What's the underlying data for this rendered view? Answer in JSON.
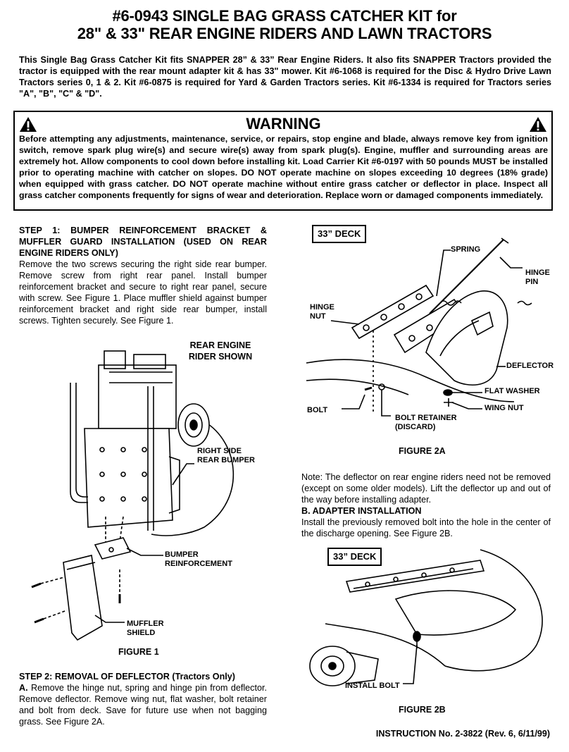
{
  "title": {
    "line1": "#6-0943 SINGLE BAG GRASS CATCHER KIT for",
    "line2": "28\" & 33\" REAR ENGINE RIDERS AND LAWN TRACTORS"
  },
  "intro": "This Single Bag Grass Catcher Kit fits SNAPPER 28” & 33” Rear Engine Riders. It also fits SNAPPER Tractors provided the tractor is equipped with the rear mount adapter kit & has 33\" mower. Kit #6-1068 is required for the Disc & Hydro Drive Lawn Tractors series 0, 1 & 2. Kit #6-0875 is required for Yard & Garden Tractors series. Kit #6-1334 is required for Tractors series \"A\", \"B\", \"C\" & \"D\".",
  "warning": {
    "heading": "WARNING",
    "icon": "warning-triangle-icon",
    "text": "Before attempting any adjustments, maintenance, service, or repairs, stop engine and blade, always remove key from ignition switch, remove spark plug wire(s) and secure wire(s) away from spark plug(s). Engine, muffler and surrounding areas are extremely hot. Allow components to cool down before installing kit.    Load Carrier Kit #6-0197 with 50 pounds MUST be installed prior to operating machine with catcher on slopes. DO NOT operate machine on slopes exceeding 10 degrees (18% grade) when equipped with grass catcher.  DO NOT operate machine without entire grass catcher or deflector in place. Inspect all grass catcher components frequently for signs of wear and deterioration. Replace worn or damaged components immediately."
  },
  "step1": {
    "heading": "STEP 1: BUMPER REINFORCEMENT BRACKET & MUFFLER GUARD INSTALLATION (USED ON REAR ENGINE RIDERS ONLY)",
    "body": "Remove the two screws securing the right side rear bumper. Remove screw from right rear panel. Install bumper reinforcement bracket and secure to right rear panel, secure with screw. See Figure 1. Place muffler shield against bumper reinforcement bracket and right side rear bumper, install screws. Tighten securely. See Figure 1."
  },
  "figure1": {
    "caption_line1": "REAR ENGINE",
    "caption_line2": "RIDER SHOWN",
    "callout_bumper_line1": "RIGHT SIDE",
    "callout_bumper_line2": "REAR BUMPER",
    "callout_reinf_line1": "BUMPER",
    "callout_reinf_line2": "REINFORCEMENT",
    "callout_shield_line1": "MUFFLER",
    "callout_shield_line2": "SHIELD",
    "label": "FIGURE 1"
  },
  "step2": {
    "heading": "STEP 2: REMOVAL OF DEFLECTOR",
    "heading_suffix": " (Tractors Only)",
    "sub_a": "A.",
    "body": " Remove the hinge nut, spring and hinge pin from deflector. Remove deflector. Remove wing nut, flat washer, bolt retainer and bolt from deck. Save for future use when not bagging grass. See Figure 2A."
  },
  "figure2a": {
    "deck": "33” DECK",
    "spring": "SPRING",
    "hinge_pin_line1": "HINGE",
    "hinge_pin_line2": "PIN",
    "hinge_nut_line1": "HINGE",
    "hinge_nut_line2": "NUT",
    "deflector": "DEFLECTOR",
    "flat_washer": "FLAT WASHER",
    "wing_nut": "WING NUT",
    "bolt": "BOLT",
    "bolt_retainer_line1": "BOLT RETAINER",
    "bolt_retainer_line2": "(DISCARD)",
    "label": "FIGURE 2A"
  },
  "note": "Note: The deflector on rear engine riders need not be removed (except on some older models). Lift the deflector up and out of the way before installing adapter.",
  "stepB": {
    "heading": "B. ADAPTER INSTALLATION",
    "body": "Install the previously removed bolt into the hole in the center of the discharge opening. See Figure 2B."
  },
  "figure2b": {
    "deck": "33” DECK",
    "install_bolt": "INSTALL BOLT",
    "label": "FIGURE 2B"
  },
  "footer": "INSTRUCTION No. 2-3822 (Rev. 6, 6/11/99)"
}
